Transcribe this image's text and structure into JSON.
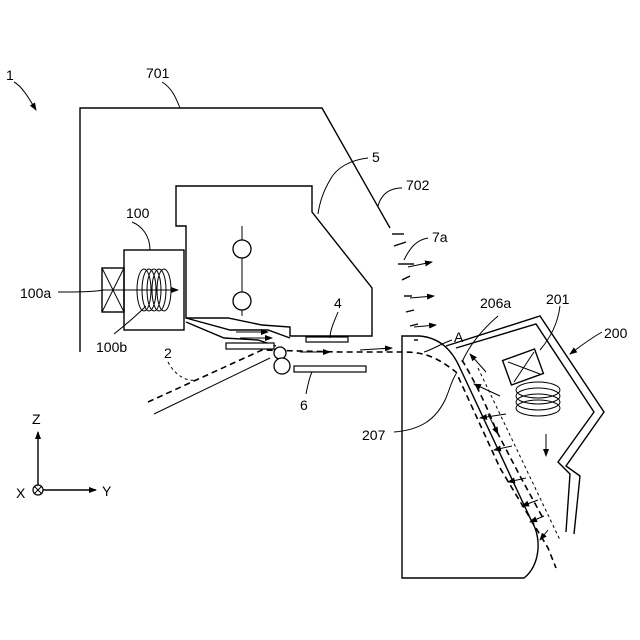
{
  "labels": {
    "device": "1",
    "cover": "701",
    "cover_part": "702",
    "head": "5",
    "coil": "100",
    "coil_a": "100a",
    "coil_b": "100b",
    "plate": "4",
    "opening": "7a",
    "path_a": "A",
    "medium": "2",
    "guide": "6",
    "unit": "200",
    "unit_coil": "201",
    "unit_a": "206a",
    "unit_wall": "207",
    "axis_z": "Z",
    "axis_x": "X",
    "axis_y": "Y"
  }
}
